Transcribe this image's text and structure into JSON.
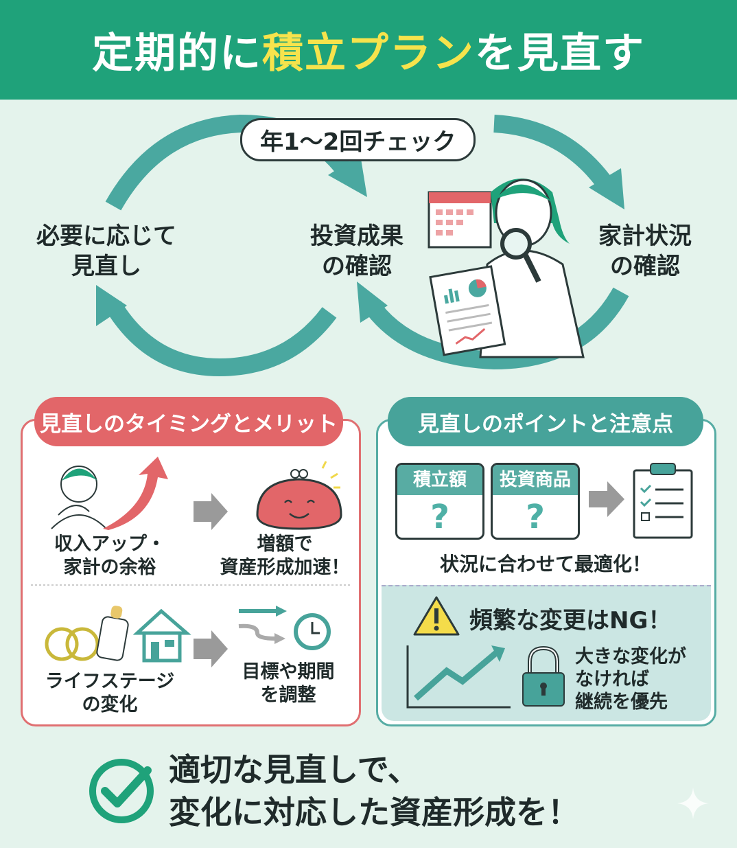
{
  "header": {
    "title_pre": "定期的に",
    "title_highlight": "積立プラン",
    "title_post": "を見直す"
  },
  "cycle": {
    "frequency_badge": "年1〜2回チェック",
    "nodes": [
      {
        "line1": "必要に応じて",
        "line2": "見直し"
      },
      {
        "line1": "投資成果",
        "line2": "の確認"
      },
      {
        "line1": "家計状況",
        "line2": "の確認"
      }
    ]
  },
  "left_panel": {
    "title": "見直しのタイミングとメリット",
    "rows": [
      {
        "cause_line1": "収入アップ・",
        "cause_line2": "家計の余裕",
        "effect_line1": "増額で",
        "effect_line2": "資産形成加速！"
      },
      {
        "cause_line1": "ライフステージ",
        "cause_line2": "の変化",
        "effect_line1": "目標や期間",
        "effect_line2": "を調整"
      }
    ]
  },
  "right_panel": {
    "title": "見直しのポイントと注意点",
    "cards": [
      {
        "label": "積立額",
        "mark": "?"
      },
      {
        "label": "投資商品",
        "mark": "?"
      }
    ],
    "optimize_text": "状況に合わせて最適化！",
    "warning_title": "頻繁な変更はNG！",
    "warning_line1": "大きな変化が",
    "warning_line2": "なければ",
    "warning_line3": "継続を優先"
  },
  "footer": {
    "line1": "適切な見直しで、",
    "line2": "変化に対応した資産形成を！"
  },
  "colors": {
    "header": "#1fa27a",
    "highlight": "#f6e34c",
    "teal": "#47a39a",
    "pink": "#e26669",
    "background": "#e4f3ec"
  }
}
